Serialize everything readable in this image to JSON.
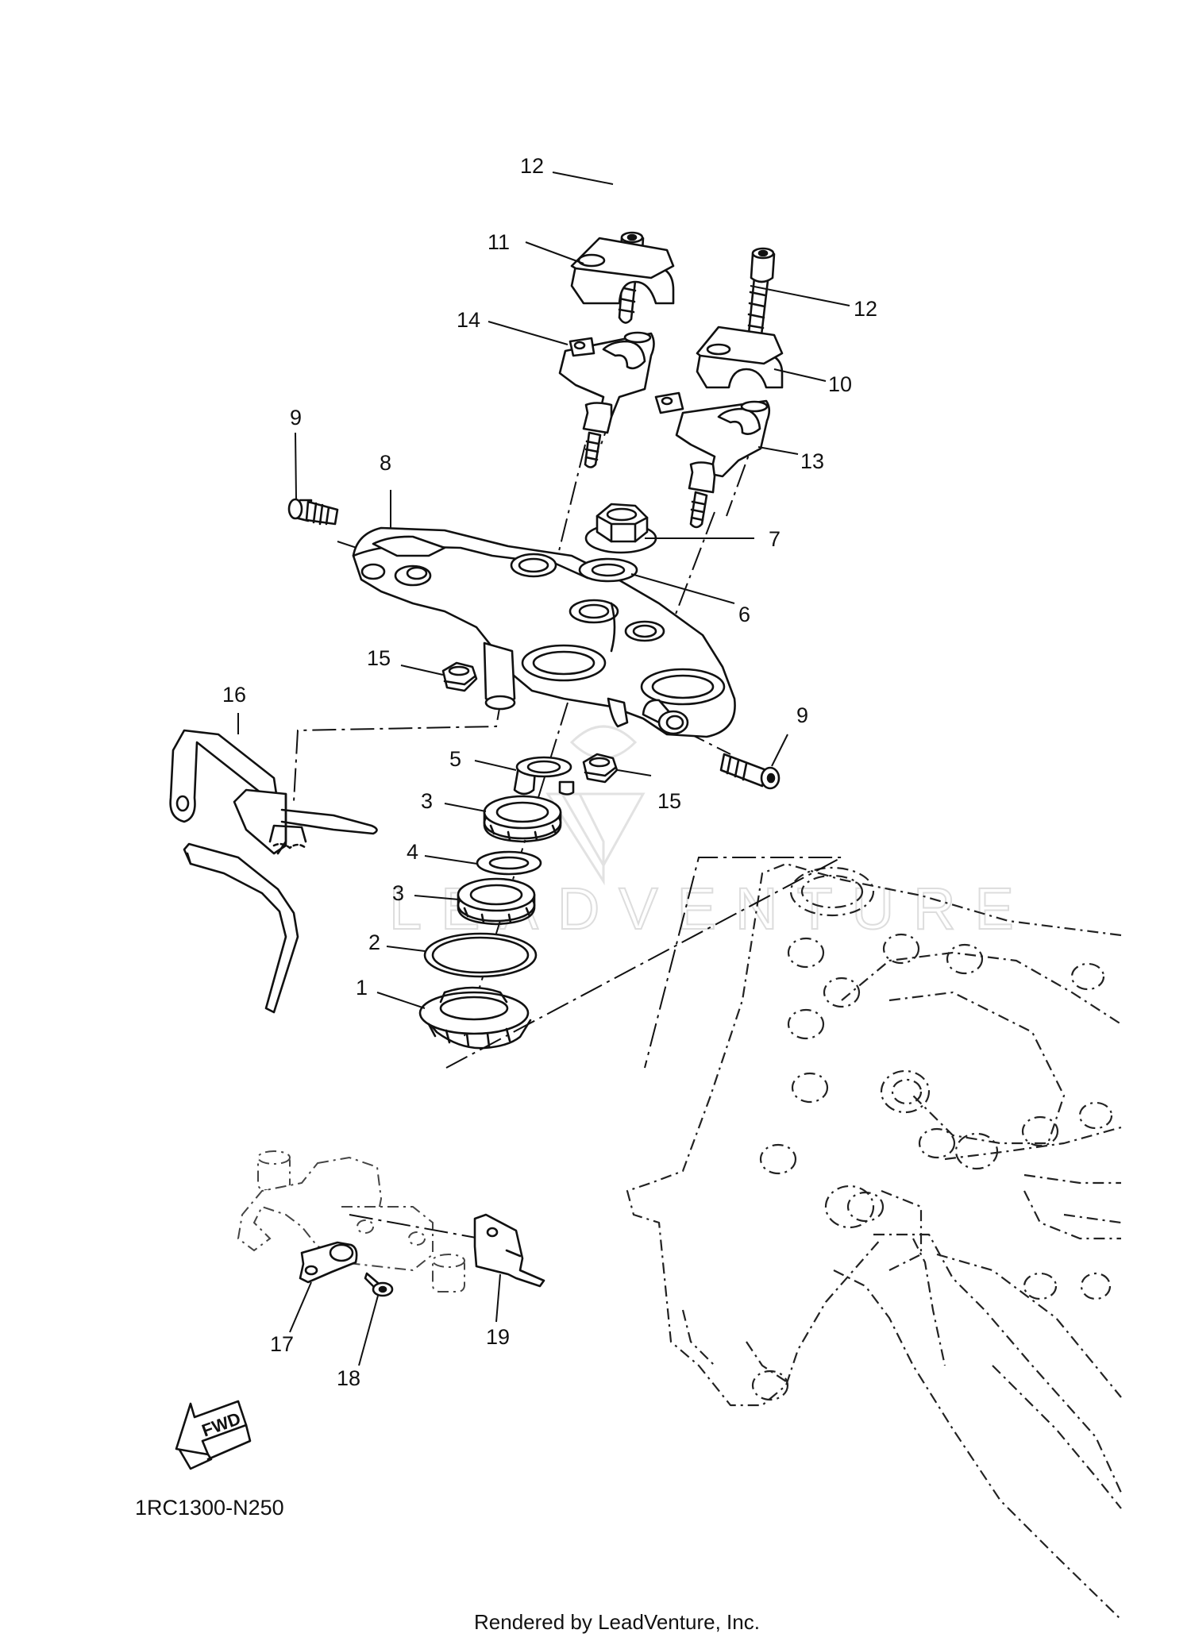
{
  "diagram": {
    "code": "1RC1300-N250",
    "rendered_by": "Rendered by LeadVenture, Inc.",
    "watermark": "LEADVENTURE",
    "fwd_label": "FWD",
    "callouts": [
      {
        "label": "1",
        "part": "bearing-1"
      },
      {
        "label": "2",
        "part": "seal-2"
      },
      {
        "label": "3",
        "part": "ring-nut-3-lower"
      },
      {
        "label": "3",
        "part": "ring-nut-3-upper"
      },
      {
        "label": "4",
        "part": "washer-4"
      },
      {
        "label": "5",
        "part": "spacer-5"
      },
      {
        "label": "6",
        "part": "washer-6"
      },
      {
        "label": "7",
        "part": "nut-7"
      },
      {
        "label": "8",
        "part": "upper-bracket-8"
      },
      {
        "label": "9",
        "part": "bolt-9-left"
      },
      {
        "label": "9",
        "part": "bolt-9-right"
      },
      {
        "label": "10",
        "part": "upper-holder-10"
      },
      {
        "label": "11",
        "part": "upper-holder-11"
      },
      {
        "label": "12",
        "part": "bolt-12-left"
      },
      {
        "label": "12",
        "part": "bolt-12-right"
      },
      {
        "label": "13",
        "part": "lower-holder-13"
      },
      {
        "label": "14",
        "part": "lower-holder-14"
      },
      {
        "label": "15",
        "part": "nut-15-left"
      },
      {
        "label": "15",
        "part": "nut-15-right"
      },
      {
        "label": "16",
        "part": "stay-16"
      },
      {
        "label": "17",
        "part": "plate-17"
      },
      {
        "label": "18",
        "part": "screw-18"
      },
      {
        "label": "19",
        "part": "bracket-19"
      }
    ]
  }
}
